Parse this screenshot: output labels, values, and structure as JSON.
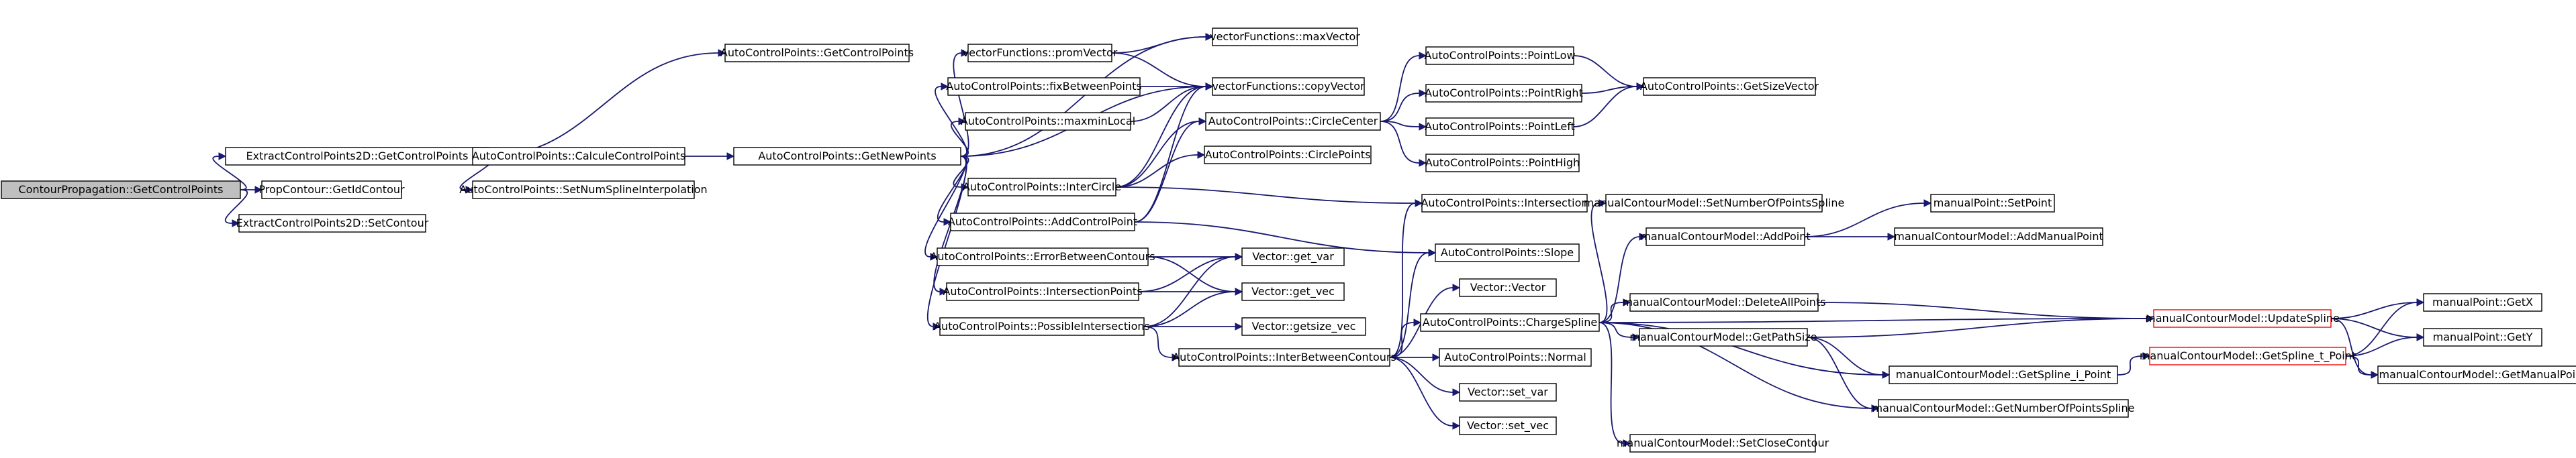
{
  "graph": {
    "edge_color": "#191970",
    "root_fill": "#bfbfbf",
    "highlight_border": "#ff0000",
    "nodes": [
      {
        "id": "n0",
        "label": "ContourPropagation::GetControlPoints"
      },
      {
        "id": "n1",
        "label": "ExtractControlPoints2D::GetControlPoints"
      },
      {
        "id": "n2",
        "label": "PropContour::GetIdContour"
      },
      {
        "id": "n3",
        "label": "ExtractControlPoints2D::SetContour"
      },
      {
        "id": "n4",
        "label": "AutoControlPoints::GetControlPoints"
      },
      {
        "id": "n5",
        "label": "AutoControlPoints::CalculeControlPoints"
      },
      {
        "id": "n6",
        "label": "AutoControlPoints::SetNumSplineInterpolation"
      },
      {
        "id": "n7",
        "label": "AutoControlPoints::GetNewPoints"
      },
      {
        "id": "n8",
        "label": "vectorFunctions::promVector"
      },
      {
        "id": "n9",
        "label": "AutoControlPoints::fixBetweenPoints"
      },
      {
        "id": "n10",
        "label": "AutoControlPoints::maxminLocal"
      },
      {
        "id": "n11",
        "label": "AutoControlPoints::InterCircle"
      },
      {
        "id": "n12",
        "label": "AutoControlPoints::AddControlPoint"
      },
      {
        "id": "n13",
        "label": "AutoControlPoints::ErrorBetweenContours"
      },
      {
        "id": "n14",
        "label": "AutoControlPoints::IntersectionPoints"
      },
      {
        "id": "n15",
        "label": "AutoControlPoints::PossibleIntersections"
      },
      {
        "id": "n16",
        "label": "vectorFunctions::maxVector"
      },
      {
        "id": "n17",
        "label": "vectorFunctions::copyVector"
      },
      {
        "id": "n18",
        "label": "AutoControlPoints::CircleCenter"
      },
      {
        "id": "n19",
        "label": "AutoControlPoints::CirclePoints"
      },
      {
        "id": "n20",
        "label": "Vector::get_var"
      },
      {
        "id": "n21",
        "label": "Vector::get_vec"
      },
      {
        "id": "n22",
        "label": "Vector::getsize_vec"
      },
      {
        "id": "n23",
        "label": "AutoControlPoints::InterBetweenContours"
      },
      {
        "id": "n24",
        "label": "AutoControlPoints::PointLow"
      },
      {
        "id": "n25",
        "label": "AutoControlPoints::PointRight"
      },
      {
        "id": "n26",
        "label": "AutoControlPoints::PointLeft"
      },
      {
        "id": "n27",
        "label": "AutoControlPoints::PointHigh"
      },
      {
        "id": "n28",
        "label": "AutoControlPoints::Intersection"
      },
      {
        "id": "n29",
        "label": "AutoControlPoints::Slope"
      },
      {
        "id": "n30",
        "label": "Vector::Vector"
      },
      {
        "id": "n31",
        "label": "AutoControlPoints::ChargeSpline"
      },
      {
        "id": "n32",
        "label": "AutoControlPoints::Normal"
      },
      {
        "id": "n33",
        "label": "Vector::set_var"
      },
      {
        "id": "n34",
        "label": "Vector::set_vec"
      },
      {
        "id": "n35",
        "label": "AutoControlPoints::GetSizeVector"
      },
      {
        "id": "n36",
        "label": "manualContourModel::SetNumberOfPointsSpline"
      },
      {
        "id": "n37",
        "label": "manualContourModel::AddPoint"
      },
      {
        "id": "n38",
        "label": "manualContourModel::DeleteAllPoints"
      },
      {
        "id": "n39",
        "label": "manualContourModel::GetPathSize"
      },
      {
        "id": "n40",
        "label": "manualContourModel::SetCloseContour"
      },
      {
        "id": "n41",
        "label": "manualPoint::SetPoint"
      },
      {
        "id": "n42",
        "label": "manualContourModel::AddManualPoint"
      },
      {
        "id": "n43",
        "label": "manualContourModel::UpdateSpline"
      },
      {
        "id": "n44",
        "label": "manualContourModel::GetSpline_i_Point"
      },
      {
        "id": "n45",
        "label": "manualContourModel::GetNumberOfPointsSpline"
      },
      {
        "id": "n46",
        "label": "manualContourModel::GetSpline_t_Point"
      },
      {
        "id": "n47",
        "label": "manualPoint::GetX"
      },
      {
        "id": "n48",
        "label": "manualPoint::GetY"
      },
      {
        "id": "n49",
        "label": "manualContourModel::GetManualPoint"
      }
    ]
  }
}
